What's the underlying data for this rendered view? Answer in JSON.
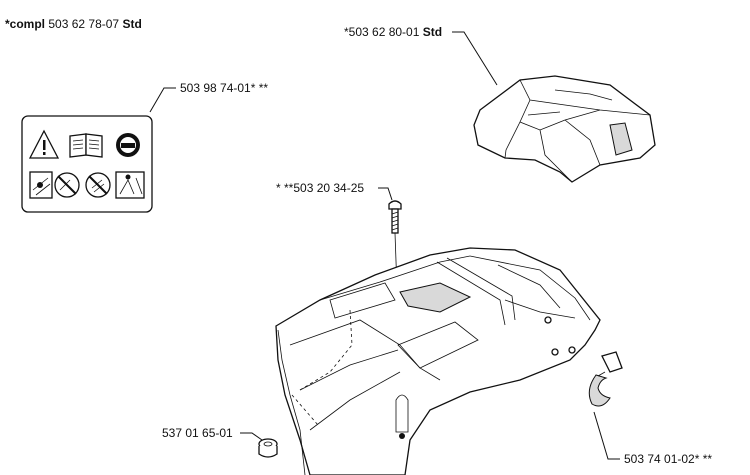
{
  "labels": {
    "compl": {
      "prefix": "*compl",
      "number": "503 62 78-07",
      "suffix": "Std"
    },
    "cover": {
      "number": "*503 62 80-01",
      "suffix": "Std"
    },
    "decal": {
      "text": "503 98 74-01* **"
    },
    "screw": {
      "text": "* **503 20 34-25"
    },
    "grommet": {
      "text": "537 01 65-01"
    },
    "clip": {
      "text": "503 74 01-02* **"
    }
  },
  "icons": {
    "warning": "warning-triangle-icon",
    "manual": "open-book-icon",
    "helmet": "helmet-protection-icon",
    "no_hands": "no-hands-icon",
    "no_kickback": "no-kickback-icon",
    "no_one_hand": "no-one-hand-icon",
    "safety_distance": "safety-distance-icon"
  },
  "colors": {
    "ink": "#111111",
    "background": "#ffffff"
  }
}
